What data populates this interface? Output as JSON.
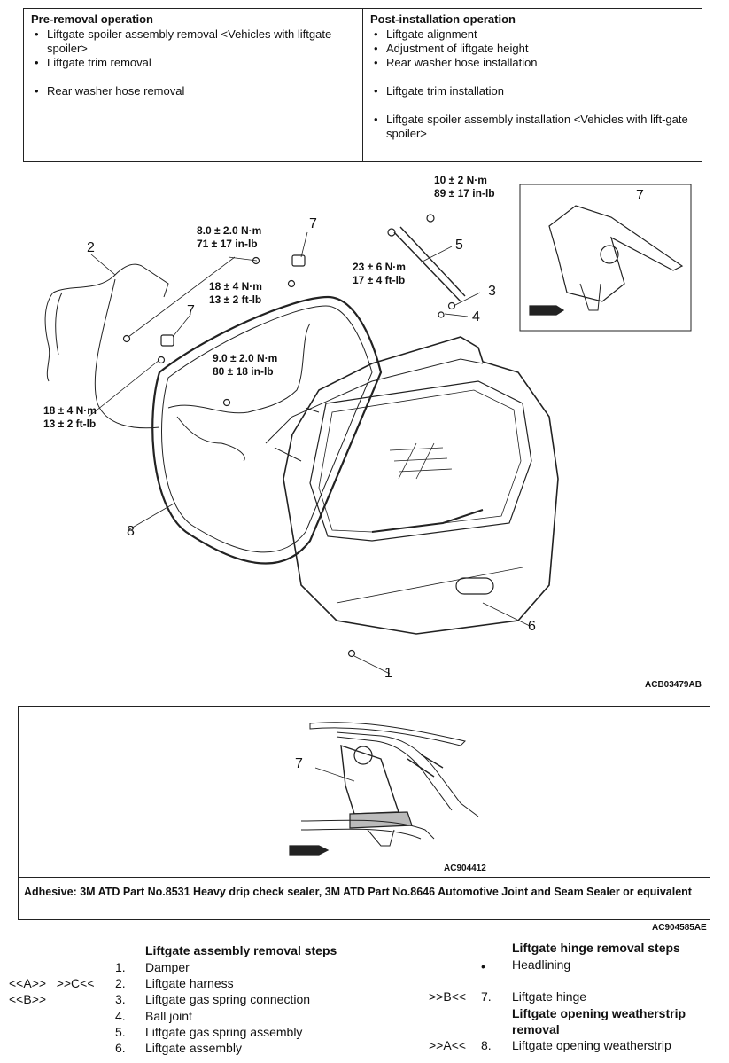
{
  "ops": {
    "pre": {
      "title": "Pre-removal operation",
      "items": [
        "Liftgate spoiler assembly removal <Vehicles with liftgate spoiler>",
        "Liftgate trim removal",
        "Rear washer hose removal"
      ]
    },
    "post": {
      "title": "Post-installation operation",
      "items": [
        "Liftgate alignment",
        "Adjustment of liftgate height",
        "Rear washer hose installation",
        "Liftgate trim installation",
        "Liftgate spoiler assembly installation <Vehicles with lift-gate spoiler>"
      ]
    }
  },
  "figure": {
    "torque_a": [
      "10 ± 2 N·m",
      "89 ± 17 in-lb"
    ],
    "torque_b": [
      "8.0 ± 2.0 N·m",
      "71 ± 17 in-lb"
    ],
    "torque_c": [
      "18 ± 4 N·m",
      "13 ± 2 ft-lb"
    ],
    "torque_d": [
      "23 ± 6 N·m",
      "17 ± 4 ft-lb"
    ],
    "torque_e": [
      "9.0 ± 2.0 N·m",
      "80 ± 18 in-lb"
    ],
    "torque_f": [
      "18 ± 4 N·m",
      "13 ± 2 ft-lb"
    ],
    "labels": {
      "n1": "1",
      "n2": "2",
      "n3": "3",
      "n4": "4",
      "n5": "5",
      "n6": "6",
      "n7a": "7",
      "n7b": "7",
      "n7c": "7",
      "n8": "8",
      "n7d": "7"
    },
    "code_main": "ACB03479AB",
    "code_detail": "AC904412",
    "code_outer": "AC904585AE"
  },
  "sealer": {
    "text": "Adhesive: 3M ATD Part No.8531 Heavy drip check sealer, 3M ATD Part No.8646 Automotive Joint and Seam Sealer or equivalent"
  },
  "steps_left": {
    "title": "Liftgate assembly removal steps",
    "rows": [
      {
        "pre": "",
        "num": "1.",
        "label": "Damper"
      },
      {
        "pre": "<<A>>   >>C<<",
        "num": "2.",
        "label": "Liftgate harness"
      },
      {
        "pre": "<<B>>",
        "num": "3.",
        "label": "Liftgate gas spring connection"
      },
      {
        "pre": "",
        "num": "4.",
        "label": "Ball joint"
      },
      {
        "pre": "",
        "num": "5.",
        "label": "Liftgate gas spring assembly"
      },
      {
        "pre": "",
        "num": "6.",
        "label": "Liftgate assembly"
      }
    ]
  },
  "steps_right": {
    "title": "Liftgate hinge removal steps",
    "bullet": "•",
    "headlining": "Headlining",
    "hinge_pre": ">>B<<",
    "hinge_num": "7.",
    "hinge_label": "Liftgate hinge",
    "title2_line1": "Liftgate opening weatherstrip",
    "title2_line2": "removal",
    "ws_pre": ">>A<<",
    "ws_num": "8.",
    "ws_label": "Liftgate opening weatherstrip"
  }
}
